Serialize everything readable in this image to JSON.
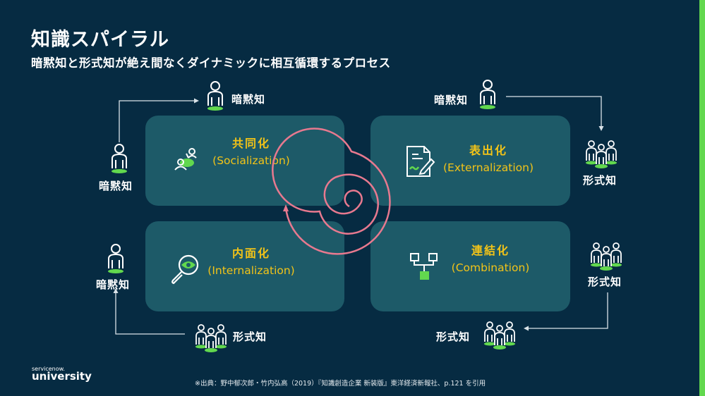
{
  "header": {
    "title": "知識スパイラル",
    "subtitle": "暗黙知と形式知が絶え間なくダイナミックに相互循環するプロセス"
  },
  "quadrants": [
    {
      "ja": "共同化",
      "en": "(Socialization)",
      "icon": "people-conversation-icon"
    },
    {
      "ja": "表出化",
      "en": "(Externalization)",
      "icon": "document-pen-icon"
    },
    {
      "ja": "内面化",
      "en": "(Internalization)",
      "icon": "magnifier-eye-icon"
    },
    {
      "ja": "連結化",
      "en": "(Combination)",
      "icon": "hierarchy-icon"
    }
  ],
  "knowledge_labels": {
    "socialization_from": "暗黙知",
    "socialization_to": "暗黙知",
    "externalization_from": "暗黙知",
    "externalization_to": "形式知",
    "combination_from": "形式知",
    "combination_to": "形式知",
    "internalization_from": "形式知",
    "internalization_to": "暗黙知"
  },
  "colors": {
    "background": "#062b42",
    "quadrant": "#1d5a68",
    "accent_yellow": "#f2c318",
    "accent_green": "#62d84e",
    "spiral_pink": "#e8798f"
  },
  "footer": {
    "citation": "※出典：野中郁次郎・竹内弘高（2019）『知識創造企業 新装版』東洋経済新報社、p.121 を引用",
    "logo_small": "servicenow.",
    "logo_large": "university"
  }
}
